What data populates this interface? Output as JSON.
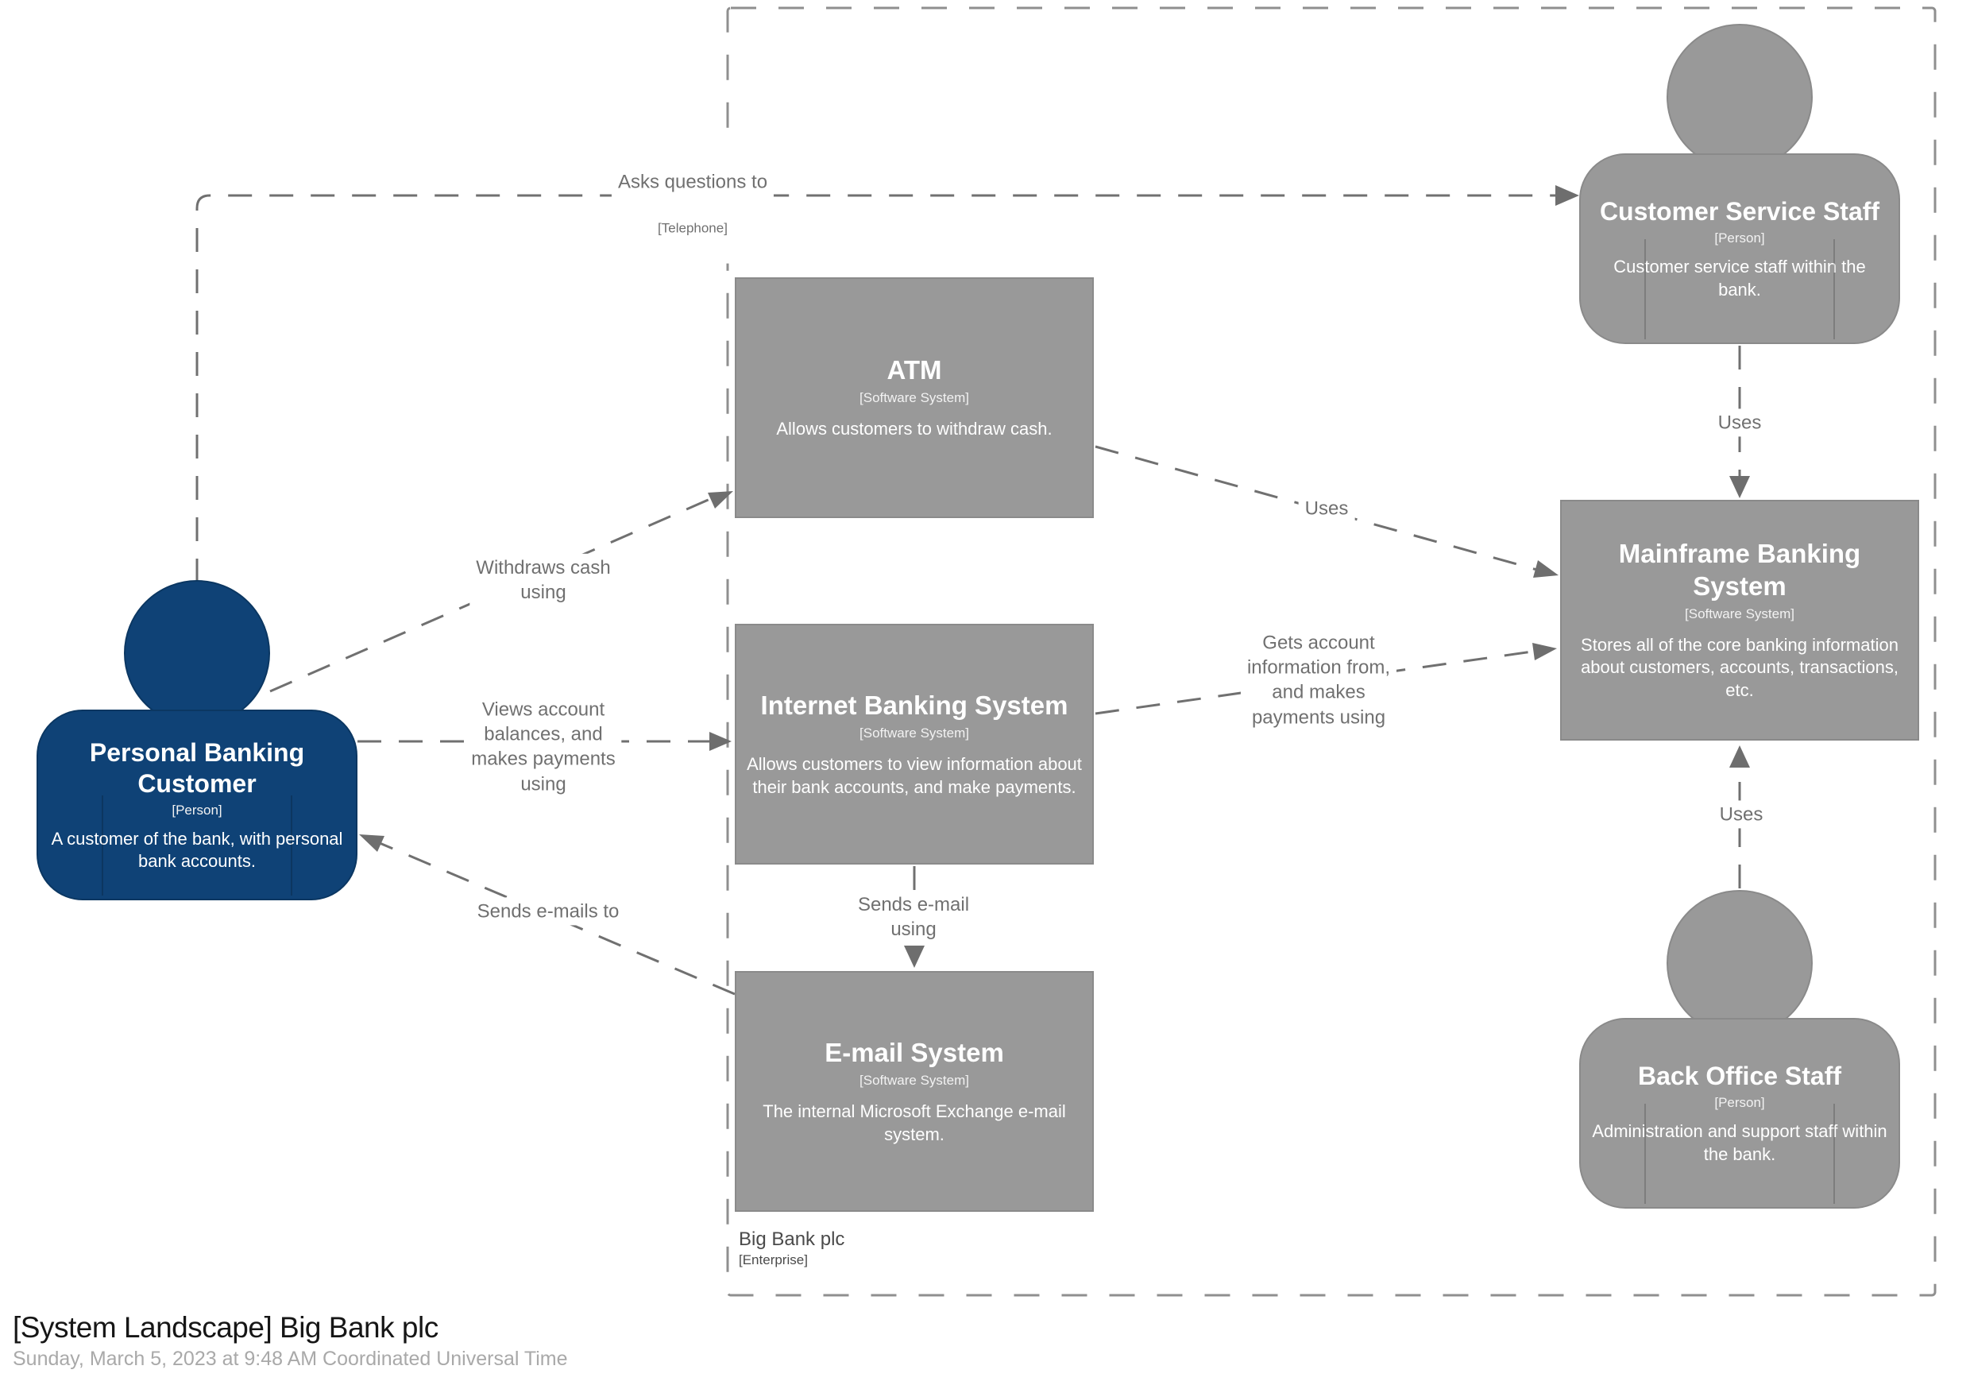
{
  "page": {
    "title": "[System Landscape] Big Bank plc",
    "subtitle": "Sunday, March 5, 2023 at 9:48 AM Coordinated Universal Time"
  },
  "boundary": {
    "name": "Big Bank plc",
    "meta": "[Enterprise]"
  },
  "elements": {
    "customer": {
      "name": "Personal Banking Customer",
      "meta": "[Person]",
      "desc": "A customer of the bank, with personal bank accounts."
    },
    "atm": {
      "name": "ATM",
      "meta": "[Software System]",
      "desc": "Allows customers to withdraw cash."
    },
    "internet_banking": {
      "name": "Internet Banking System",
      "meta": "[Software System]",
      "desc": "Allows customers to view information about their bank accounts, and make payments."
    },
    "email": {
      "name": "E-mail System",
      "meta": "[Software System]",
      "desc": "The internal Microsoft Exchange e-mail system."
    },
    "mainframe": {
      "name": "Mainframe Banking System",
      "meta": "[Software System]",
      "desc": "Stores all of the core banking information about customers, accounts, transactions, etc."
    },
    "customer_service": {
      "name": "Customer Service Staff",
      "meta": "[Person]",
      "desc": "Customer service staff within the bank."
    },
    "back_office": {
      "name": "Back Office Staff",
      "meta": "[Person]",
      "desc": "Administration and support staff within the bank."
    }
  },
  "relationships": {
    "asks": {
      "label": "Asks questions to",
      "meta": "[Telephone]"
    },
    "withdraws": {
      "label": "Withdraws cash\nusing"
    },
    "views": {
      "label": "Views account\nbalances, and\nmakes payments\nusing"
    },
    "sends_emails": {
      "label": "Sends e-mails to"
    },
    "uses_atm": {
      "label": "Uses"
    },
    "gets_info": {
      "label": "Gets account\ninformation from,\nand makes\npayments using"
    },
    "sends_email_using": {
      "label": "Sends e-mail\nusing"
    },
    "uses_customer_service": {
      "label": "Uses"
    },
    "uses_back_office": {
      "label": "Uses"
    }
  },
  "colors": {
    "person": "#0f4276",
    "system": "#999999",
    "relationship": "#707070",
    "boundary": "#8f8f8f"
  }
}
